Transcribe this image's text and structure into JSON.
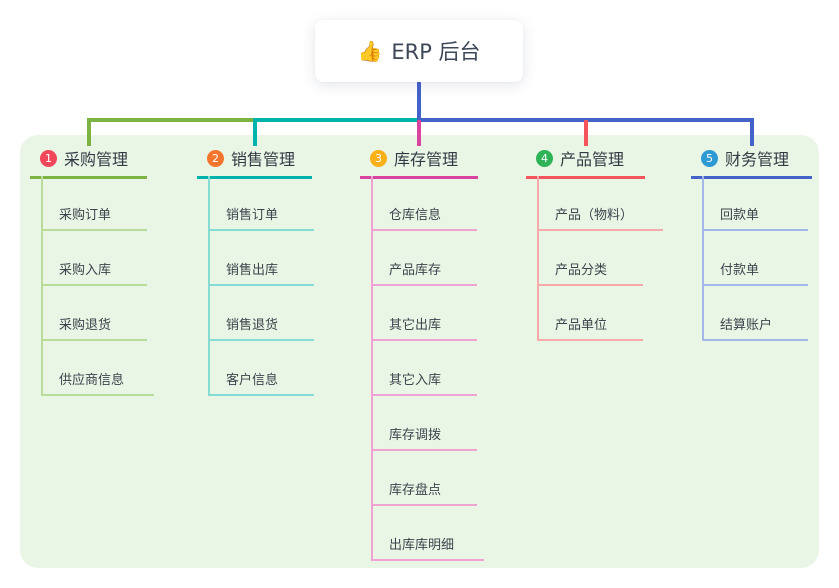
{
  "root": {
    "icon": "👍",
    "label": "ERP 后台"
  },
  "colors": {
    "panel_bg": "#eaf6e5",
    "root_connector": "#4463c9",
    "root_text": "#3d4758"
  },
  "branches": [
    {
      "number": "1",
      "label": "采购管理",
      "badge_color": "#f0475a",
      "line_color": "#7cb342",
      "child_line_color": "#b9dc9b",
      "children": [
        "采购订单",
        "采购入库",
        "采购退货",
        "供应商信息"
      ]
    },
    {
      "number": "2",
      "label": "销售管理",
      "badge_color": "#f4762d",
      "line_color": "#00b3ab",
      "child_line_color": "#85dcd5",
      "children": [
        "销售订单",
        "销售出库",
        "销售退货",
        "客户信息"
      ]
    },
    {
      "number": "3",
      "label": "库存管理",
      "badge_color": "#fab017",
      "line_color": "#d8449f",
      "child_line_color": "#f0a2d2",
      "children": [
        "仓库信息",
        "产品库存",
        "其它出库",
        "其它入库",
        "库存调拨",
        "库存盘点",
        "出库库明细"
      ]
    },
    {
      "number": "4",
      "label": "产品管理",
      "badge_color": "#2eb356",
      "line_color": "#f4545c",
      "child_line_color": "#f8a9a9",
      "children": [
        "产品（物料）",
        "产品分类",
        "产品单位"
      ]
    },
    {
      "number": "5",
      "label": "财务管理",
      "badge_color": "#2e9ad3",
      "line_color": "#4463c9",
      "child_line_color": "#a3b8e8",
      "children": [
        "回款单",
        "付款单",
        "结算账户"
      ]
    }
  ]
}
